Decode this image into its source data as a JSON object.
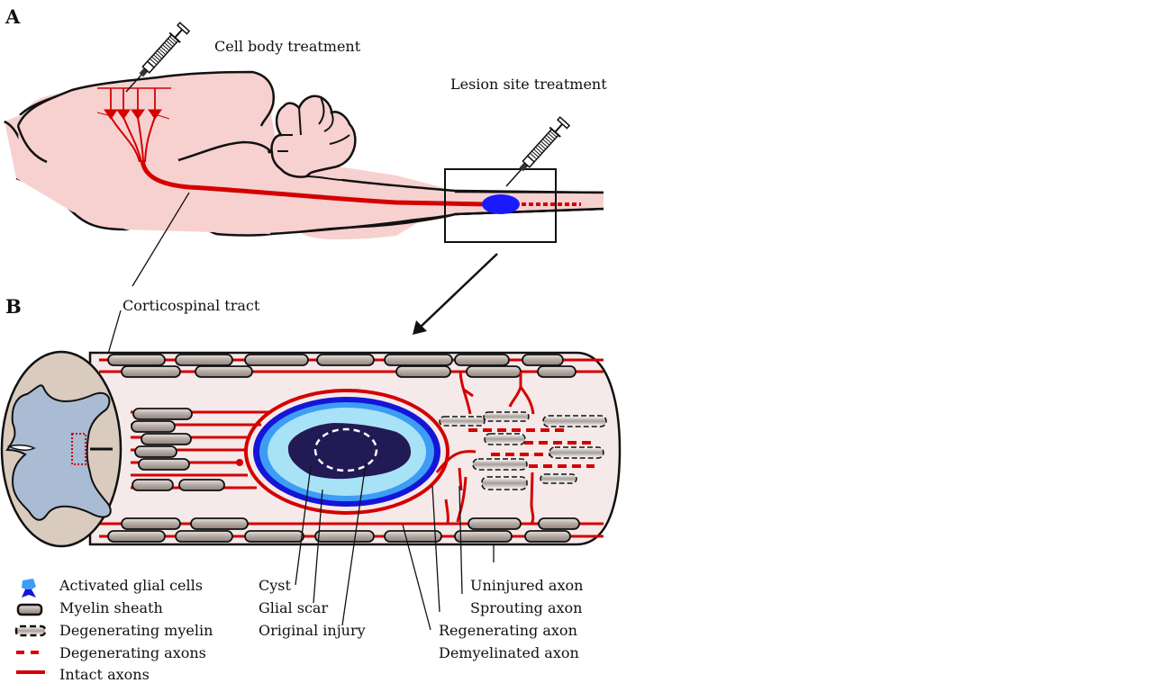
{
  "panels": {
    "a": {
      "letter": "A"
    },
    "b": {
      "letter": "B"
    }
  },
  "labels": {
    "cell_body_treatment": "Cell body treatment",
    "lesion_site_treatment": "Lesion site treatment",
    "corticospinal_tract": "Corticospinal tract",
    "cyst": "Cyst",
    "glial_scar": "Glial scar",
    "original_injury": "Original injury",
    "uninjured_axon": "Uninjured axon",
    "sprouting_axon": "Sprouting axon",
    "regenerating_axon": "Regenerating axon",
    "demyelinated_axon": "Demyelinated axon"
  },
  "legend": [
    {
      "icon": "activated-glial-cell-icon",
      "label": "Activated glial cells"
    },
    {
      "icon": "myelin-sheath-icon",
      "label": "Myelin sheath"
    },
    {
      "icon": "degenerating-myelin-icon",
      "label": "Degenerating myelin"
    },
    {
      "icon": "degenerating-axon-icon",
      "label": "Degenerating axons"
    },
    {
      "icon": "intact-axon-icon",
      "label": "Intact axons"
    }
  ],
  "colors": {
    "tissue": "#f7d0d0",
    "axon": "#d40000",
    "lesion": "#1a1aff",
    "myelin": "#b7aca6",
    "gray_matter": "#a9bcd3",
    "white_matter": "#d9cbbd",
    "cord_body": "#f5e9e9",
    "cyst": "#221a55",
    "scar": "#a8e2f7",
    "glia_light": "#3d9df5",
    "glia_dark": "#1515d8"
  }
}
